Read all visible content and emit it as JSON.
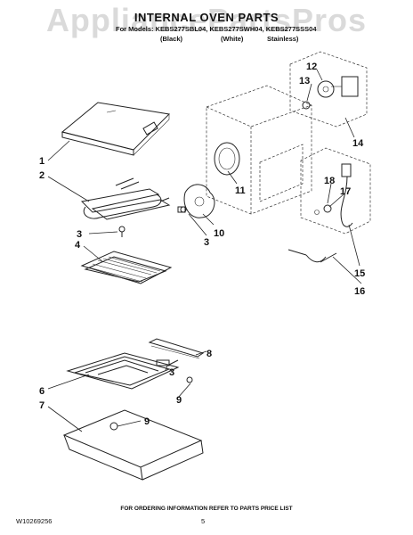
{
  "header": {
    "watermark": "AppliancePartsPros",
    "title": "INTERNAL OVEN PARTS",
    "models_line": "For Models: KEBS277SBL04, KEBS277SWH04, KEBS277SSS04",
    "finishes": [
      "(Black)",
      "(White)",
      "Stainless)"
    ]
  },
  "callouts": [
    "1",
    "2",
    "3",
    "4",
    "3",
    "10",
    "11",
    "12",
    "13",
    "14",
    "18",
    "17",
    "15",
    "16",
    "8",
    "3",
    "6",
    "9",
    "7",
    "9"
  ],
  "footer": {
    "ordering_note": "FOR ORDERING INFORMATION REFER TO PARTS PRICE LIST",
    "doc_number": "W10269256",
    "page_number": "5"
  }
}
